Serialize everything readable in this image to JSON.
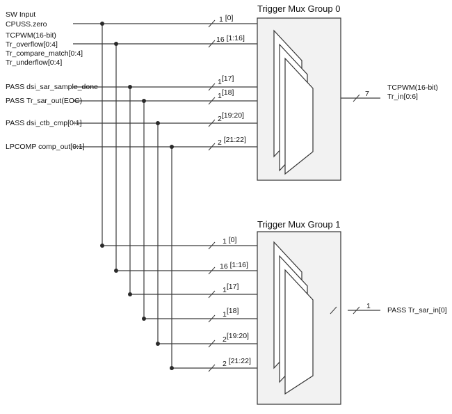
{
  "groups": [
    {
      "title": "Trigger Mux Group 0"
    },
    {
      "title": "Trigger Mux Group 1"
    }
  ],
  "inputs": [
    {
      "lines": [
        "SW Input",
        "CPUSS.zero"
      ]
    },
    {
      "lines": [
        "TCPWM(16-bit)",
        "Tr_overflow[0:4]",
        "Tr_compare_match[0:4]",
        "Tr_underflow[0:4]"
      ]
    },
    {
      "lines": [
        "PASS dsi_sar_sample_done"
      ]
    },
    {
      "lines": [
        "PASS Tr_sar_out(EOC)"
      ]
    },
    {
      "lines": [
        "PASS dsi_ctb_cmp[0:1]"
      ]
    },
    {
      "lines": [
        "LPCOMP comp_out[0:1]"
      ]
    }
  ],
  "bus_labels": [
    {
      "width": "1",
      "range": "[0]"
    },
    {
      "width": "16",
      "range": "[1:16]"
    },
    {
      "width": "1",
      "range": "[17]"
    },
    {
      "width": "1",
      "range": "[18]"
    },
    {
      "width": "2",
      "range": "[19:20]"
    },
    {
      "width": "2",
      "range": "[21:22]"
    }
  ],
  "outputs": [
    {
      "width": "7",
      "lines": [
        "TCPWM(16-bit)",
        "Tr_in[0:6]"
      ]
    },
    {
      "width": "1",
      "lines": [
        "PASS Tr_sar_in[0]"
      ]
    }
  ]
}
